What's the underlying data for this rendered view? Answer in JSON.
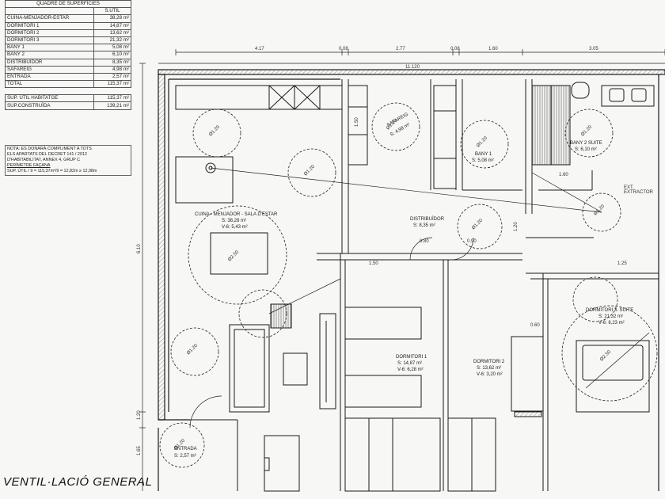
{
  "areas_table": {
    "title": "QUADRE DE SUPERFÍCIES",
    "col_header": "S.UTIL",
    "rows": [
      {
        "name": "CUINA-MENJADOR-ESTAR",
        "value": "38,28 m²"
      },
      {
        "name": "DORMITORI 1",
        "value": "14,87 m²"
      },
      {
        "name": "DORMITORI 2",
        "value": "13,62 m²"
      },
      {
        "name": "DORMITORI 3",
        "value": "21,32 m²"
      },
      {
        "name": "BANY 1",
        "value": "5,08 m²"
      },
      {
        "name": "BANY 2",
        "value": "6,10 m²"
      },
      {
        "name": "DISTRIBUÏDOR",
        "value": "8,35 m²"
      },
      {
        "name": "SAFAREIG",
        "value": "4,98 m²"
      },
      {
        "name": "ENTRADA",
        "value": "2,57 m²"
      },
      {
        "name": "TOTAL",
        "value": "115,37 m²"
      }
    ],
    "sup_rows": [
      {
        "name": "SUP. ÚTIL HABITATGE",
        "value": "115,37 m²"
      },
      {
        "name": "SUP.CONSTRUÏDA",
        "value": "139,21 m²"
      }
    ]
  },
  "decret_note": [
    "NOTA: ES DONARÀ COMPLIMENT A TOTS",
    "ELS APARTATS DEL DECRET 141 / 2012",
    "D'HABITABILITAT, ANNEX 4, GRUP C",
    "PERÍMETRE FAÇANA",
    "SUP. ÚTIL / 9 = 115,37m²/9 = 12,82m ≥ 12,98m"
  ],
  "caption": "VENTIL·LACIÓ GENERAL",
  "top_dimensions": [
    "4.17",
    "0.08",
    "2.77",
    "0.08",
    "1.60",
    "3.05"
  ],
  "overall_dimension": "11.120",
  "side_dimensions": [
    "6.10",
    "1.20",
    "1.65"
  ],
  "inner_dimensions": [
    "1.60",
    "1.50",
    "0.80",
    "0.90",
    "1.25",
    "0.60",
    "1.20",
    "1.50"
  ],
  "circles": [
    "Ø1.20",
    "Ø1.20",
    "Ø1.20",
    "Ø1.20",
    "Ø1.20",
    "Ø1.20",
    "Ø1.20",
    "Ø1.20",
    "Ø1.20",
    "Ø2.50",
    "Ø2.50"
  ],
  "rooms": [
    {
      "name": "CUINA - MENJADOR - SALA D'ESTAR",
      "s": "S: 38,28 m²",
      "v": "V-6: 5,43 m²"
    },
    {
      "name": "SAFAREIG",
      "s": "S: 4,98 m²",
      "v": ""
    },
    {
      "name": "BANY 1",
      "s": "S: 5,08 m²",
      "v": ""
    },
    {
      "name": "BANY 2 SUITE",
      "s": "S: 6,10 m²",
      "v": ""
    },
    {
      "name": "DISTRIBUÏDOR",
      "s": "S: 8,35 m²",
      "v": ""
    },
    {
      "name": "DORMITORI 1",
      "s": "S: 14,87 m²",
      "v": "V-6: 6,28 m²"
    },
    {
      "name": "DORMITORI 2",
      "s": "S: 13,62 m²",
      "v": "V-6: 3,20 m²"
    },
    {
      "name": "DORMITORI 3. SUITE",
      "s": "S: 21,32 m²",
      "v": "V-6: 6,23 m²"
    },
    {
      "name": "ENTRADA",
      "s": "S: 2,57 m²",
      "v": ""
    }
  ],
  "extract_note": [
    "EXT.",
    "EXTRACTOR"
  ],
  "colors": {
    "line": "#1a1a1a",
    "paper": "#f7f7f5",
    "hatch": "#555555"
  }
}
